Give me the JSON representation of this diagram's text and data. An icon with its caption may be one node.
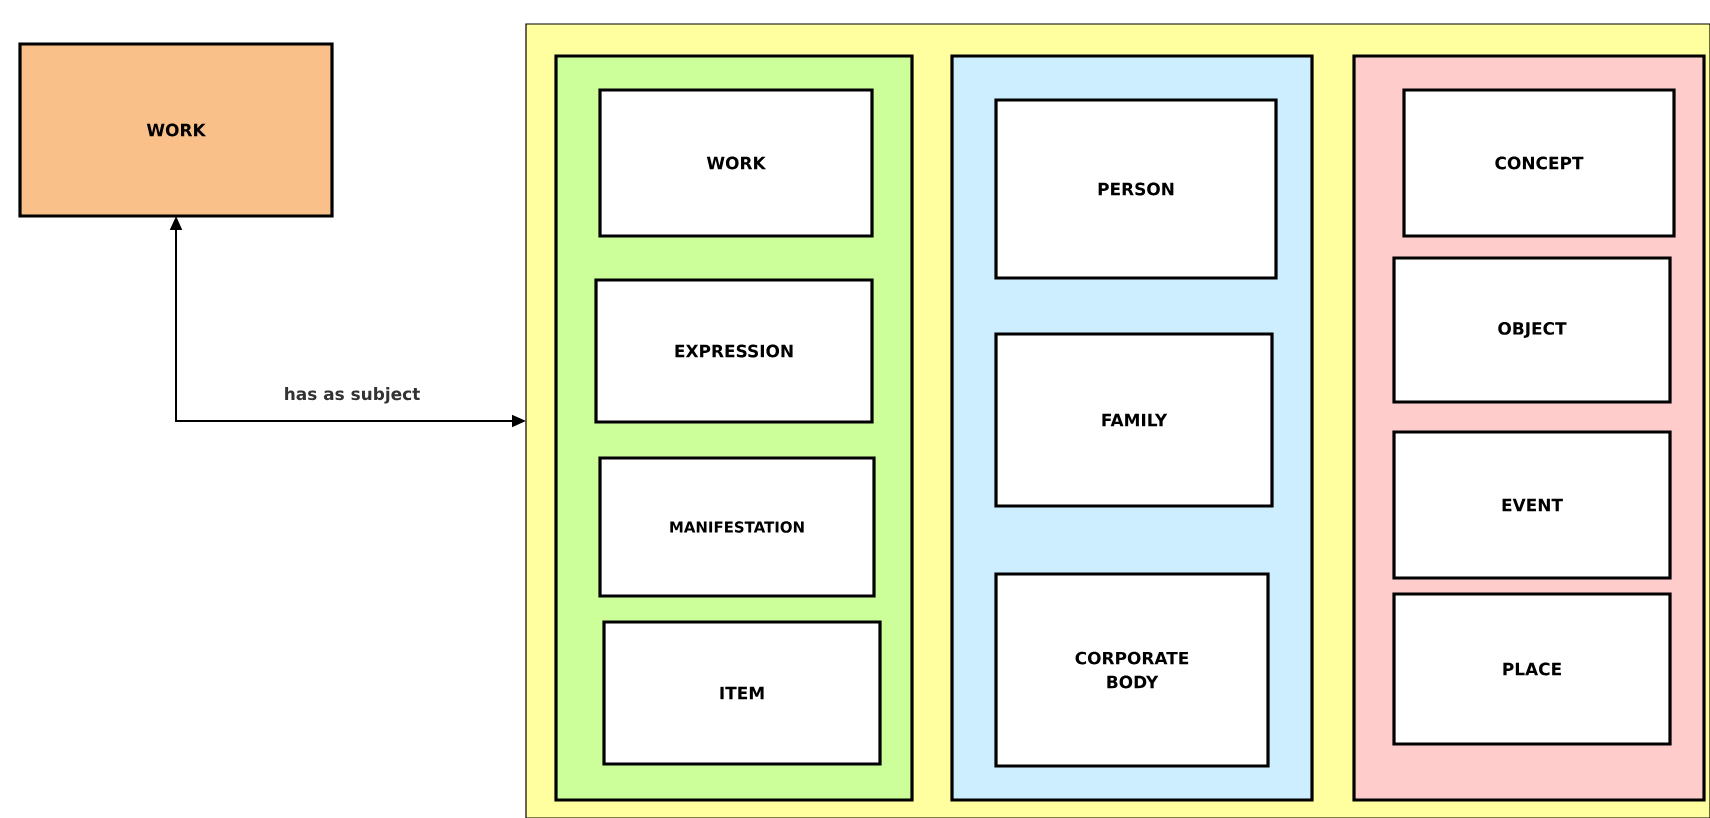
{
  "diagram": {
    "nodes": [
      {
        "text": [
          "WORK"
        ]
      },
      {
        "text": [],
        "shape": "box"
      },
      {
        "text": [],
        "shape": "box",
        "in": 1
      },
      {
        "text": [
          "WORK"
        ],
        "in": 2
      },
      {
        "text": [
          "EXPRESSION"
        ],
        "in": 2
      },
      {
        "text": [
          "MANIFESTATION"
        ],
        "in": 2
      },
      {
        "text": [
          "ITEM"
        ],
        "in": 2
      },
      {
        "text": [],
        "shape": "box",
        "in": 1
      },
      {
        "text": [
          "PERSON"
        ],
        "in": 7
      },
      {
        "text": [
          "FAMILY"
        ],
        "in": 7
      },
      {
        "text": [
          "CORPORATE BODY"
        ],
        "in": 7
      },
      {
        "text": [],
        "shape": "box",
        "in": 1
      },
      {
        "text": [
          "CONCEPT"
        ],
        "in": 11
      },
      {
        "text": [
          "OBJECT"
        ],
        "in": 11
      },
      {
        "text": [
          "EVENT"
        ],
        "in": 11
      },
      {
        "text": [
          "PLACE"
        ],
        "in": 11
      }
    ],
    "edges": [
      {
        "from": 0,
        "to": 1,
        "arrow": "both",
        "label": "has as subject"
      }
    ]
  }
}
